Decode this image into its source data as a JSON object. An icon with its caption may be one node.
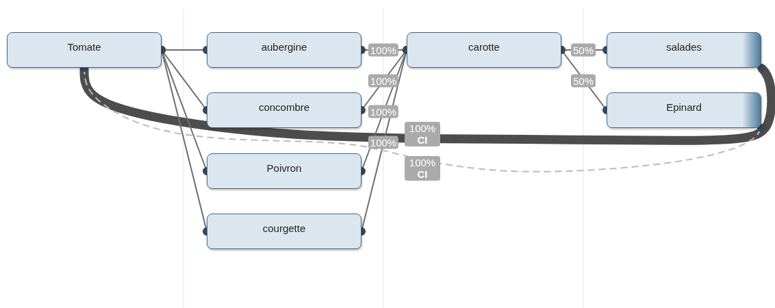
{
  "diagram": {
    "nodes": [
      {
        "text": [
          "Tomate"
        ]
      },
      {
        "text": [
          "aubergine"
        ]
      },
      {
        "text": [
          "concombre"
        ]
      },
      {
        "text": [
          "Poivron"
        ]
      },
      {
        "text": [
          "courgette"
        ]
      },
      {
        "text": [
          "carotte"
        ]
      },
      {
        "text": [
          "salades"
        ]
      },
      {
        "text": [
          "Epinard"
        ]
      }
    ],
    "edges": [
      {
        "from": 0,
        "to": 1,
        "arrow": "other"
      },
      {
        "from": 0,
        "to": 2,
        "arrow": "other"
      },
      {
        "from": 0,
        "to": 3,
        "arrow": "other"
      },
      {
        "from": 0,
        "to": 4,
        "arrow": "other"
      },
      {
        "from": 1,
        "to": 5,
        "arrow": "other",
        "label": "100%"
      },
      {
        "from": 2,
        "to": 5,
        "arrow": "other",
        "label": "100%"
      },
      {
        "from": 3,
        "to": 5,
        "arrow": "other",
        "label": "100%"
      },
      {
        "from": 4,
        "to": 5,
        "arrow": "other",
        "label": "100%"
      },
      {
        "from": 5,
        "to": 6,
        "arrow": "other",
        "label": "50%"
      },
      {
        "from": 5,
        "to": 7,
        "arrow": "other",
        "label": "50%"
      },
      {
        "from": 0,
        "to": 6,
        "arrow": "other",
        "label": "100% **CI**",
        "style": "thick"
      },
      {
        "from": 0,
        "to": 7,
        "arrow": "other",
        "label": "100% **CI**",
        "style": "dashed",
        "color": "#bbbbbb"
      }
    ]
  }
}
